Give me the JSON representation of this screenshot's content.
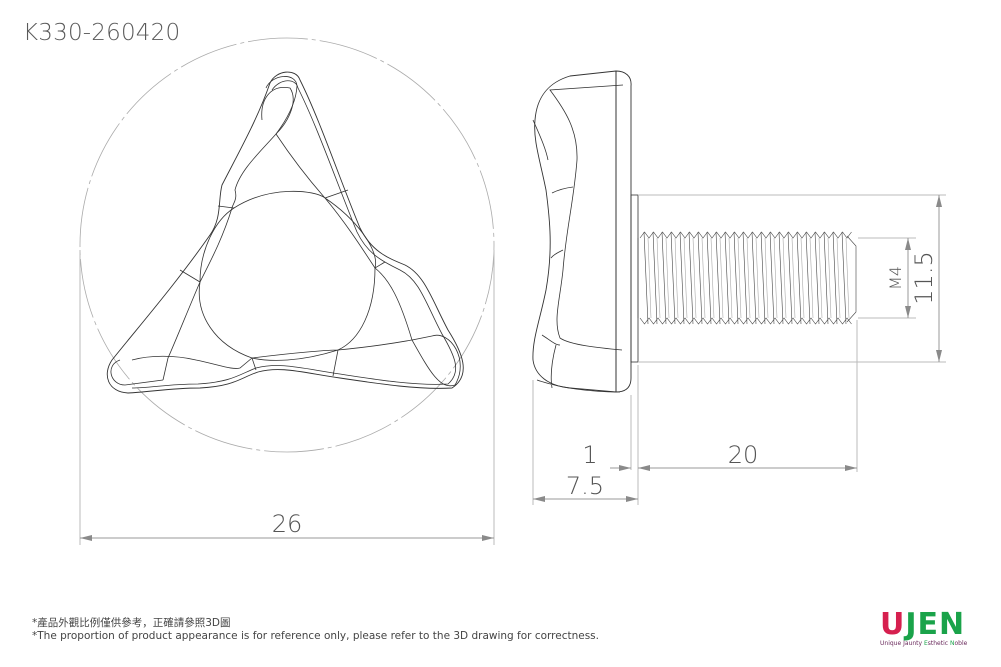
{
  "header": {
    "part_number": "K330-260420"
  },
  "front_view": {
    "overall_diameter_label": "26"
  },
  "side_view": {
    "dimensions": {
      "head_thickness": "7.5",
      "flange_thickness": "1",
      "thread_length": "20",
      "flange_diameter": "11.5",
      "thread_size": "M4"
    }
  },
  "notes": {
    "zh": "*產品外觀比例僅供參考，正確請參照3D圖",
    "en": "*The proportion of product appearance is for reference only, please refer to the 3D drawing for correctness."
  },
  "logo": {
    "u": "U",
    "jen": "JEN",
    "tagline_parts": [
      "U",
      "nique ",
      "J",
      "aunty ",
      "E",
      "sthetic ",
      "N",
      "oble"
    ],
    "colors": {
      "u": "#d6204f",
      "jen": "#1aa34a",
      "tagline": "#6a2a5c"
    }
  },
  "colors": {
    "outline": "#333333",
    "dimension": "#9a9a9a",
    "text": "#555555"
  }
}
